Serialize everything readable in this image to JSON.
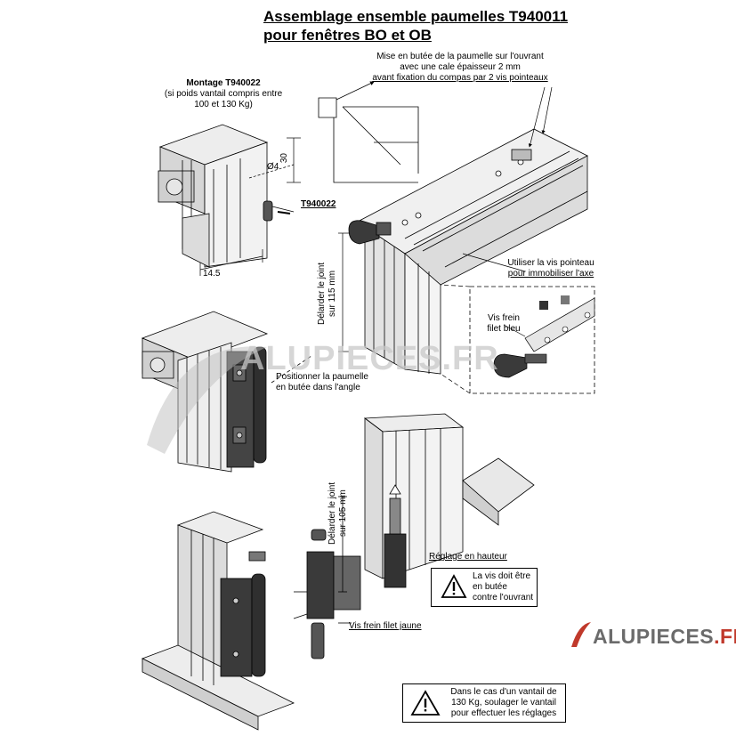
{
  "title": {
    "line1": "Assemblage ensemble paumelles T940011",
    "line2": "pour fenêtres BO et OB"
  },
  "montage": {
    "heading": "Montage T940022",
    "line1": "(si poids vantail compris entre",
    "line2": "100 et 130 Kg)"
  },
  "callouts": {
    "mise_butee": {
      "line1": "Mise en butée de la paumelle sur l'ouvrant",
      "line2": "avec une cale épaisseur 2 mm",
      "line3": "avant fixation du compas par 2 vis pointeaux"
    },
    "diameter": "Ø4",
    "dim_30": "30",
    "ref_t940022": "T940022",
    "dim_14_5": "14.5",
    "delarder_115": {
      "line1": "Délarder le joint",
      "line2": "sur 115 mm"
    },
    "vis_pointeau": {
      "line1": "Utiliser la vis pointeau",
      "line2": "pour immobiliser l'axe"
    },
    "vis_frein_bleu": {
      "line1": "Vis frein",
      "line2": "filet bleu"
    },
    "positionner": {
      "line1": "Positionner la paumelle",
      "line2": "en butée dans l'angle"
    },
    "delarder_105": {
      "line1": "Délarder le joint",
      "line2": "sur 105 mm"
    },
    "reglage_hauteur": "Réglage en hauteur",
    "vis_frein_jaune": "Vis frein filet jaune"
  },
  "warnings": {
    "butee": {
      "line1": "La vis doit être",
      "line2": "en butée",
      "line3": "contre l'ouvrant"
    },
    "soulager": {
      "line1": "Dans le cas d'un vantail de",
      "line2": "130 Kg, soulager le vantail",
      "line3": "pour effectuer les réglages"
    }
  },
  "watermark": "ALUPIECES.FR",
  "logo": {
    "prefix": "ALUPIECES",
    "suffix": ".FR"
  },
  "colors": {
    "line": "#000000",
    "metal_light": "#e6e6e6",
    "metal_mid": "#bfbfbf",
    "metal_dark": "#555555",
    "hinge": "#3a3a3a",
    "logo_grey": "#6b6b6b",
    "logo_red": "#c0392b"
  }
}
